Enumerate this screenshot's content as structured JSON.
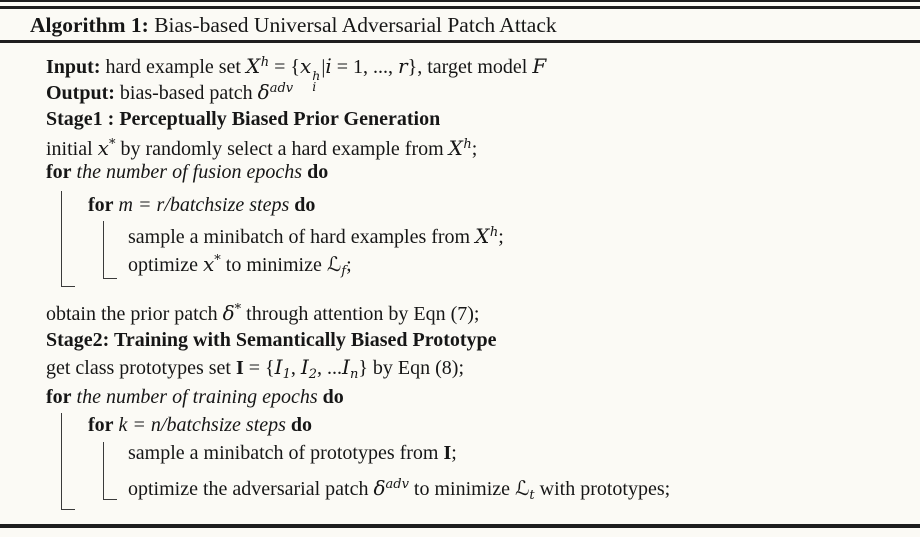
{
  "colors": {
    "background": "#fbfaf5",
    "ink": "#161616",
    "rule": "#1e1e1e"
  },
  "algorithm": {
    "title": {
      "label": "Algorithm 1:",
      "name": " Bias-based Universal Adversarial Patch Attack"
    },
    "input": {
      "kw": "Input:",
      "t1": " hard example set ",
      "calX": "X",
      "supH": "h",
      "t2": " = {",
      "x": "x",
      "xSup": "h",
      "xSub": "i",
      "bar": "|",
      "i": "i",
      "t3": " = 1, ..., ",
      "r": "r",
      "t4": "}, target model ",
      "F": "F"
    },
    "output": {
      "kw": "Output:",
      "t1": " bias-based patch ",
      "delta": "δ",
      "sup": "adv"
    },
    "stage1": {
      "text": "Stage1 : Perceptually Biased Prior Generation"
    },
    "initial": {
      "t1": "initial ",
      "x": "x",
      "sup": "*",
      "t2": " by randomly select a hard example from ",
      "calX": "X",
      "supH": "h",
      "t3": ";"
    },
    "for_fusion": {
      "kw1": "for",
      "cond": " the number of fusion epochs ",
      "kw2": "do"
    },
    "for_m": {
      "kw1": "for",
      "cond": " m = r/batchsize steps ",
      "kw2": "do"
    },
    "sample_hard": {
      "t1": "sample a minibatch of hard examples from ",
      "calX": "X",
      "supH": "h",
      "t2": ";"
    },
    "optimize_x": {
      "t1": "optimize ",
      "x": "x",
      "sup": "*",
      "t2": " to minimize ",
      "L": "ℒ",
      "sub": "f",
      "t3": ";"
    },
    "obtain": {
      "t1": "obtain the prior patch ",
      "delta": "δ",
      "sup": "*",
      "t2": " through attention by Eqn (7);"
    },
    "stage2": {
      "text": "Stage2: Training with Semantically Biased Prototype"
    },
    "get": {
      "t1": "get class prototypes set ",
      "I": "I",
      "t2": " = {",
      "I1": "I",
      "s1": "1",
      "c1": ", ",
      "I2": "I",
      "s2": "2",
      "c2": ", ...",
      "In": "I",
      "sn": "n",
      "t3": "} by Eqn (8);"
    },
    "for_training": {
      "kw1": "for",
      "cond": " the number of training epochs ",
      "kw2": "do"
    },
    "for_k": {
      "kw1": "for",
      "cond": " k = n/batchsize steps ",
      "kw2": "do"
    },
    "sample_proto": {
      "t1": "sample a minibatch of prototypes from ",
      "I": "I",
      "t2": ";"
    },
    "optimize_adv": {
      "t1": "optimize the adversarial patch ",
      "delta": "δ",
      "sup": "adv",
      "t2": " to minimize ",
      "L": "ℒ",
      "sub": "t",
      "t3": " with prototypes;"
    }
  }
}
